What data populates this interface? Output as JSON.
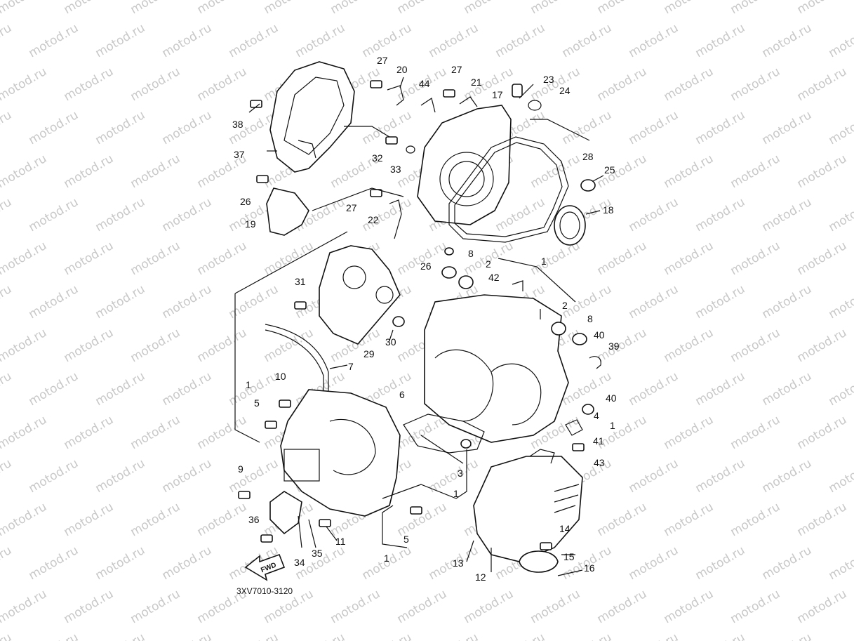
{
  "watermark": {
    "text": "motod.ru",
    "color": "#c8c8c8"
  },
  "diagram_code": "3XV7010-3120",
  "fwd_label": "FWD",
  "part_numbers": [
    "1",
    "2",
    "3",
    "4",
    "5",
    "6",
    "7",
    "8",
    "9",
    "10",
    "11",
    "12",
    "13",
    "14",
    "15",
    "16",
    "17",
    "18",
    "19",
    "20",
    "21",
    "22",
    "23",
    "24",
    "25",
    "26",
    "27",
    "28",
    "29",
    "30",
    "31",
    "32",
    "33",
    "34",
    "35",
    "36",
    "37",
    "38",
    "39",
    "40",
    "41",
    "42",
    "43",
    "44"
  ],
  "callouts": {
    "p27a": "27",
    "p20": "20",
    "p27b": "27",
    "p21": "21",
    "p44": "44",
    "p17": "17",
    "p23": "23",
    "p24": "24",
    "p38": "38",
    "p37": "37",
    "p32": "32",
    "p33": "33",
    "p28": "28",
    "p25": "25",
    "p26a": "26",
    "p27c": "27",
    "p22": "22",
    "p18": "18",
    "p19": "19",
    "p8a": "8",
    "p2a": "2",
    "p26b": "26",
    "p1a": "1",
    "p42": "42",
    "p31": "31",
    "p2b": "2",
    "p8b": "8",
    "p40a": "40",
    "p39": "39",
    "p29": "29",
    "p30": "30",
    "p7": "7",
    "p40b": "40",
    "p10": "10",
    "p1b": "1",
    "p5a": "5",
    "p6": "6",
    "p4": "4",
    "p1c": "1",
    "p41": "41",
    "p43": "43",
    "p3": "3",
    "p1d": "1",
    "p9": "9",
    "p36": "36",
    "p35": "35",
    "p34": "34",
    "p11": "11",
    "p5b": "5",
    "p1e": "1",
    "p14": "14",
    "p15": "15",
    "p16": "16",
    "p13": "13",
    "p12": "12"
  }
}
